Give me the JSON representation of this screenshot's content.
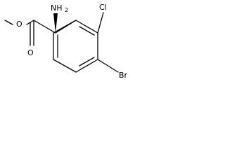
{
  "molecule": {
    "labels": {
      "amine": "NH",
      "amine_sub": "2",
      "carbonyl_oxygen": "O",
      "ester_oxygen": "O",
      "chlorine": "Cl",
      "bromine": "Br"
    }
  }
}
